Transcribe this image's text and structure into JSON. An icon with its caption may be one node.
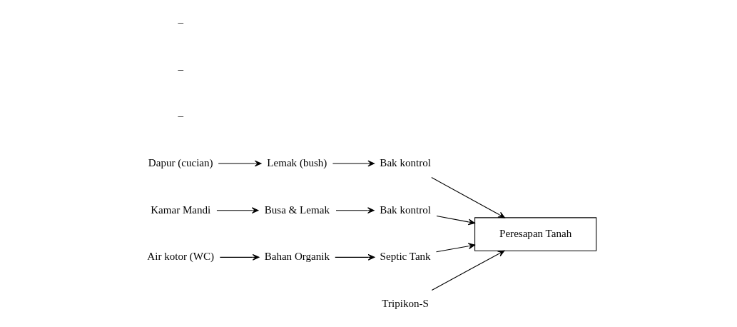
{
  "diagram": {
    "nodes": [
      {
        "text": [
          "Dapur (cucian)"
        ]
      },
      {
        "text": [
          "Lemak (bush)"
        ]
      },
      {
        "text": [
          "Bak kontrol"
        ]
      },
      {
        "text": [
          "Kamar Mandi"
        ]
      },
      {
        "text": [
          "Busa & Lemak"
        ]
      },
      {
        "text": [
          "Bak kontrol"
        ]
      },
      {
        "text": [
          "Air kotor (WC)"
        ]
      },
      {
        "text": [
          "Bahan Organik"
        ]
      },
      {
        "text": [
          "Septic Tank"
        ]
      },
      {
        "text": [
          "Tripikon-S"
        ]
      },
      {
        "text": [
          "Peresapan Tanah"
        ]
      }
    ],
    "edges": [
      {
        "from": 0,
        "to": 1,
        "arrow": "to"
      },
      {
        "from": 1,
        "to": 2,
        "arrow": "to"
      },
      {
        "from": 2,
        "to": 10,
        "arrow": "to"
      },
      {
        "from": 3,
        "to": 4,
        "arrow": "to"
      },
      {
        "from": 4,
        "to": 5,
        "arrow": "to"
      },
      {
        "from": 5,
        "to": 10,
        "arrow": "to"
      },
      {
        "from": 6,
        "to": 7,
        "arrow": "to"
      },
      {
        "from": 7,
        "to": 8,
        "arrow": "to"
      },
      {
        "from": 8,
        "to": 10,
        "arrow": "to"
      },
      {
        "from": 9,
        "to": 10,
        "arrow": "to"
      }
    ],
    "labels": [
      "–",
      "–",
      "–"
    ]
  }
}
